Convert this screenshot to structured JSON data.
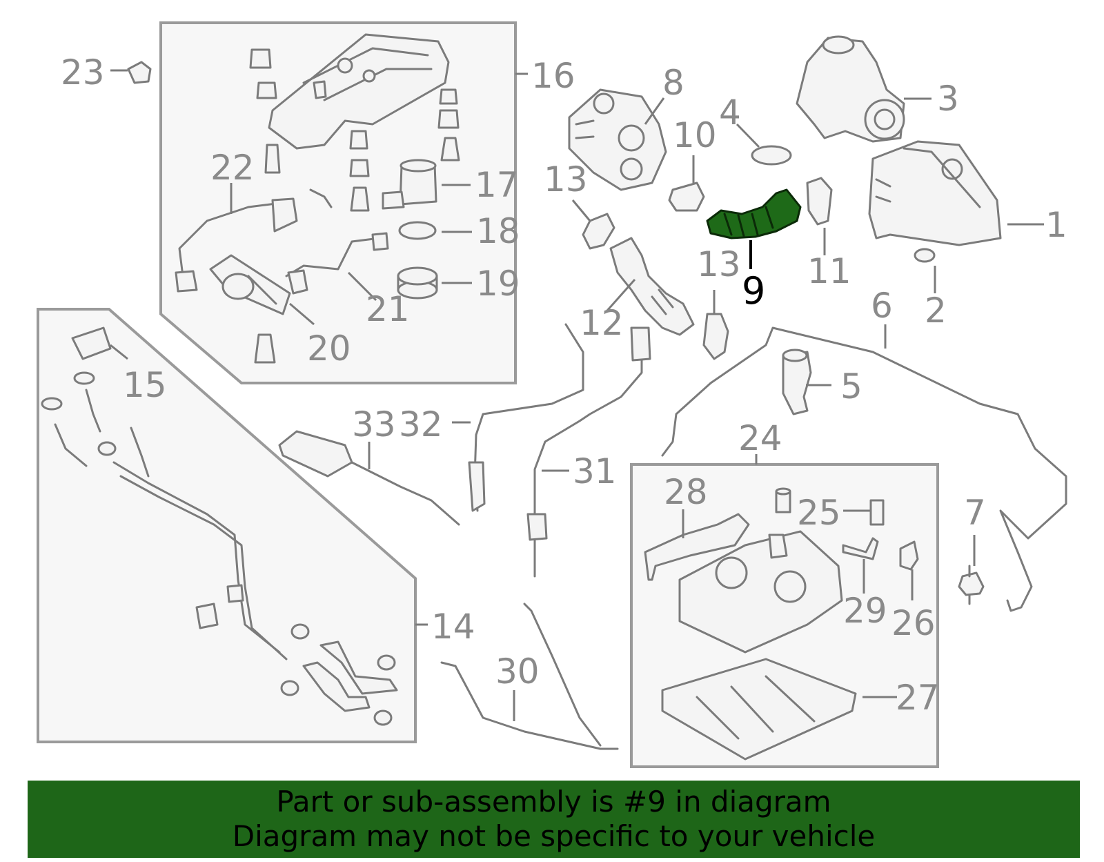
{
  "diagram": {
    "highlight_color": "#1e6a18",
    "labels": [
      {
        "id": "1",
        "text": "1"
      },
      {
        "id": "2",
        "text": "2"
      },
      {
        "id": "3",
        "text": "3"
      },
      {
        "id": "4",
        "text": "4"
      },
      {
        "id": "5",
        "text": "5"
      },
      {
        "id": "6",
        "text": "6"
      },
      {
        "id": "7",
        "text": "7"
      },
      {
        "id": "8",
        "text": "8"
      },
      {
        "id": "9",
        "text": "9"
      },
      {
        "id": "10",
        "text": "10"
      },
      {
        "id": "11",
        "text": "11"
      },
      {
        "id": "12",
        "text": "12"
      },
      {
        "id": "13a",
        "text": "13"
      },
      {
        "id": "13b",
        "text": "13"
      },
      {
        "id": "14",
        "text": "14"
      },
      {
        "id": "15",
        "text": "15"
      },
      {
        "id": "16",
        "text": "16"
      },
      {
        "id": "17",
        "text": "17"
      },
      {
        "id": "18",
        "text": "18"
      },
      {
        "id": "19",
        "text": "19"
      },
      {
        "id": "20",
        "text": "20"
      },
      {
        "id": "21",
        "text": "21"
      },
      {
        "id": "22",
        "text": "22"
      },
      {
        "id": "23",
        "text": "23"
      },
      {
        "id": "24",
        "text": "24"
      },
      {
        "id": "25",
        "text": "25"
      },
      {
        "id": "26",
        "text": "26"
      },
      {
        "id": "27",
        "text": "27"
      },
      {
        "id": "28",
        "text": "28"
      },
      {
        "id": "29",
        "text": "29"
      },
      {
        "id": "30",
        "text": "30"
      },
      {
        "id": "31",
        "text": "31"
      },
      {
        "id": "32",
        "text": "32"
      },
      {
        "id": "33",
        "text": "33"
      }
    ]
  },
  "banner": {
    "line1": "Part or sub-assembly is #9 in diagram",
    "line2": "Diagram may not be specific to your vehicle",
    "background": "#1e6618"
  }
}
